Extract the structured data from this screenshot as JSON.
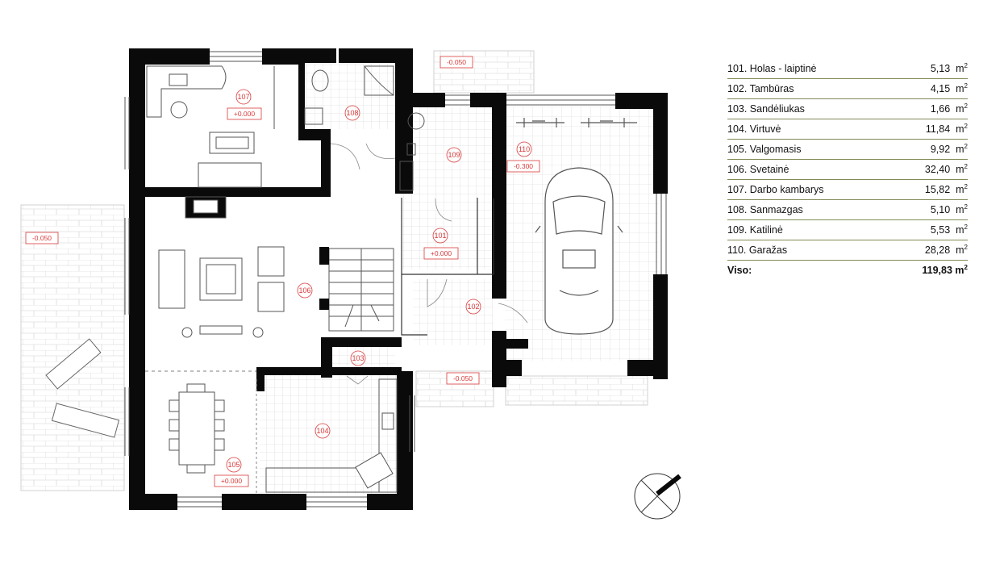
{
  "rooms": [
    {
      "number": "101",
      "name": "101. Holas - laiptinė",
      "area": "5,13",
      "unit": "m",
      "exp": "2",
      "level": "+0.000"
    },
    {
      "number": "102",
      "name": "102. Tambūras",
      "area": "4,15",
      "unit": "m",
      "exp": "2"
    },
    {
      "number": "103",
      "name": "103. Sandėliukas",
      "area": "1,66",
      "unit": "m",
      "exp": "2"
    },
    {
      "number": "104",
      "name": "104. Virtuvė",
      "area": "11,84",
      "unit": "m",
      "exp": "2"
    },
    {
      "number": "105",
      "name": "105. Valgomasis",
      "area": "9,92",
      "unit": "m",
      "exp": "2",
      "level": "+0.000"
    },
    {
      "number": "106",
      "name": "106. Svetainė",
      "area": "32,40",
      "unit": "m",
      "exp": "2"
    },
    {
      "number": "107",
      "name": "107. Darbo kambarys",
      "area": "15,82",
      "unit": "m",
      "exp": "2",
      "level": "+0.000"
    },
    {
      "number": "108",
      "name": "108. Sanmazgas",
      "area": "5,10",
      "unit": "m",
      "exp": "2"
    },
    {
      "number": "109",
      "name": "109. Katilinė",
      "area": "5,53",
      "unit": "m",
      "exp": "2"
    },
    {
      "number": "110",
      "name": "110. Garažas",
      "area": "28,28",
      "unit": "m",
      "exp": "2",
      "level": "-0.300"
    }
  ],
  "total": {
    "label": "Viso:",
    "area": "119,83",
    "unit": "m",
    "exp": "2"
  },
  "exterior_levels": [
    "-0.050",
    "-0.050",
    "-0.050"
  ],
  "colors": {
    "wall": "#0a0a0a",
    "label_red": "#d93a3a",
    "tile_line": "#cccccc",
    "legend_rule": "#7f8a55"
  },
  "icons": [
    "north-arrow-icon",
    "car-icon",
    "bicycle-icon",
    "stair-icon"
  ]
}
